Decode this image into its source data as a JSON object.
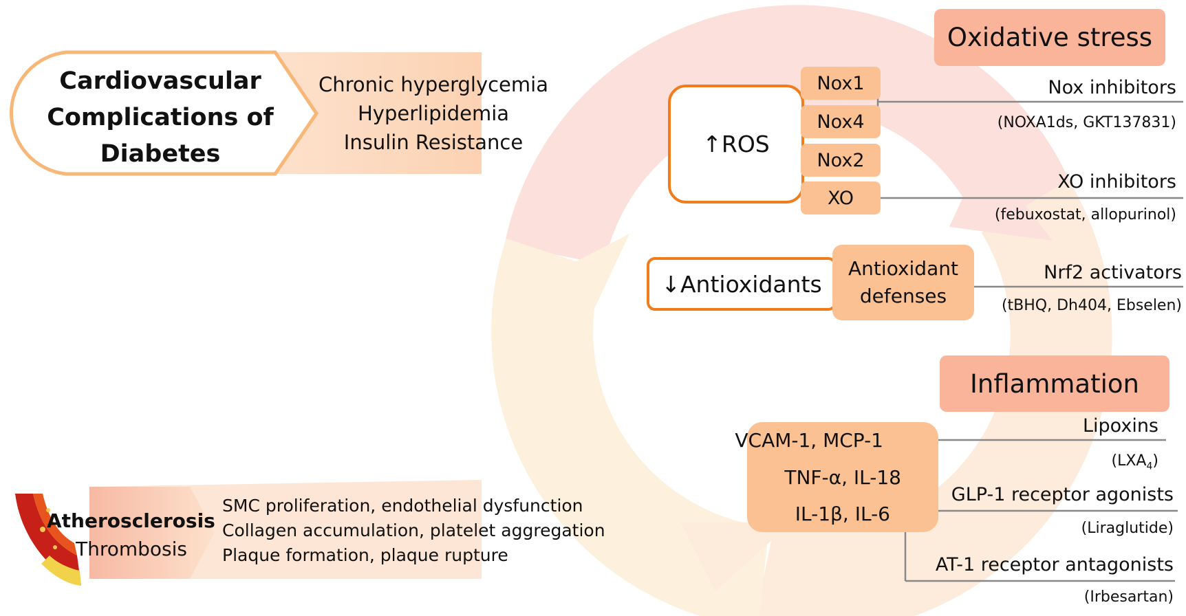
{
  "title": {
    "line1": "Cardiovascular",
    "line2": "Complications of",
    "line3": "Diabetes"
  },
  "causes": [
    "Chronic hyperglycemia",
    "Hyperlipidemia",
    "Insulin Resistance"
  ],
  "oxidative": {
    "header": "Oxidative stress",
    "ros_label": "↑ROS",
    "sources": [
      "Nox1",
      "Nox4",
      "Nox2",
      "XO"
    ],
    "antioxidants_label": "↓Antioxidants",
    "defenses_line1": "Antioxidant",
    "defenses_line2": "defenses"
  },
  "inflammation": {
    "header": "Inflammation",
    "markers": [
      "VCAM-1, MCP-1",
      "TNF-α, IL-18",
      "IL-1β, IL-6"
    ]
  },
  "drugs": {
    "nox": {
      "name": "Nox inhibitors",
      "examples": "(NOXA1ds, GKT137831)"
    },
    "xo": {
      "name": "XO inhibitors",
      "examples": "(febuxostat, allopurinol)"
    },
    "nrf2": {
      "name": "Nrf2 activators",
      "examples": "(tBHQ, Dh404, Ebselen)"
    },
    "lipoxins": {
      "name": "Lipoxins",
      "examples_prefix": "(LXA",
      "examples_sub": "4",
      "examples_suffix": ")"
    },
    "glp1": {
      "name": "GLP-1 receptor agonists",
      "examples": "(Liraglutide)"
    },
    "at1": {
      "name": "AT-1 receptor antagonists",
      "examples": "(Irbesartan)"
    }
  },
  "athero": {
    "name": "Atherosclerosis",
    "sub": "Thrombosis",
    "effects": [
      "SMC proliferation, endothelial dysfunction",
      "Collagen accumulation, platelet aggregation",
      "Plaque formation, plaque rupture"
    ]
  },
  "colors": {
    "accent_orange": "#f07c1c",
    "peach": "#fbc192",
    "salmon": "#f9b49a",
    "line_gray": "#888888"
  }
}
